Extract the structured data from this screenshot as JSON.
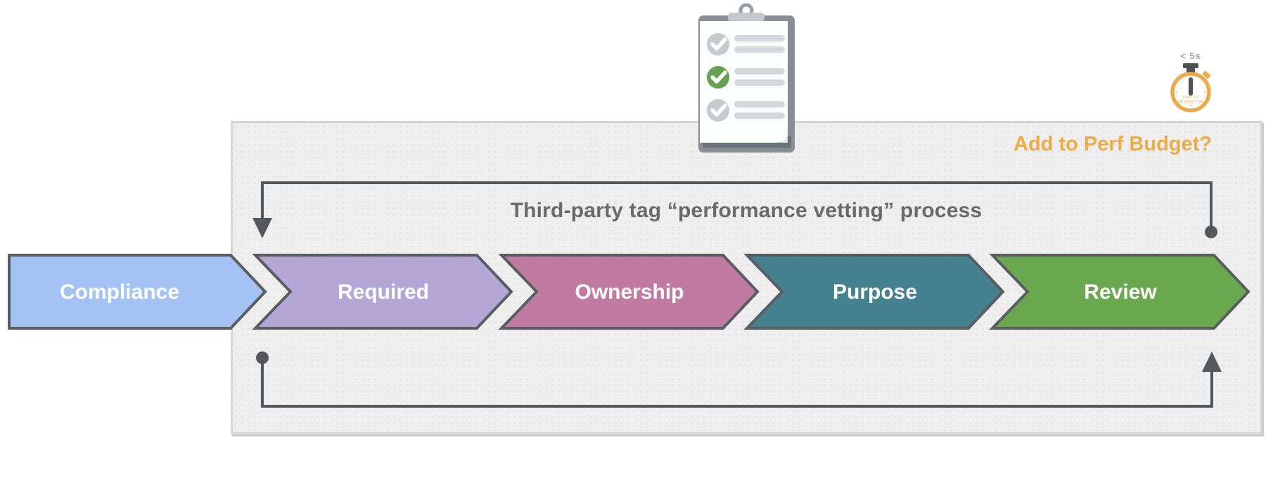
{
  "panel": {
    "title": "Third-party tag “performance vetting” process",
    "perf_budget_label": "Add to Perf Budget?",
    "perf_budget_color": "#ecab49",
    "background": "#eeeeef"
  },
  "process": {
    "stages": [
      {
        "label": "Compliance",
        "color": "#a4c2f4"
      },
      {
        "label": "Required",
        "color": "#b4a7d6"
      },
      {
        "label": "Ownership",
        "color": "#c27ba0"
      },
      {
        "label": "Purpose",
        "color": "#45818e"
      },
      {
        "label": "Review",
        "color": "#6aa84f"
      }
    ],
    "outline_color": "#595d61",
    "loop_color": "#55585b"
  },
  "clipboard": {
    "board_color": "#878e95",
    "items": [
      {
        "name": "check-row-1",
        "check_color": "#c7cbcf"
      },
      {
        "name": "check-row-2",
        "check_color": "#64a150"
      },
      {
        "name": "check-row-3",
        "check_color": "#c7cbcf"
      }
    ]
  },
  "stopwatch": {
    "label": "< 5s",
    "dial_line1": "TIME TO",
    "dial_line2": "INTERACTIVE",
    "ring_color": "#eaab4c"
  }
}
